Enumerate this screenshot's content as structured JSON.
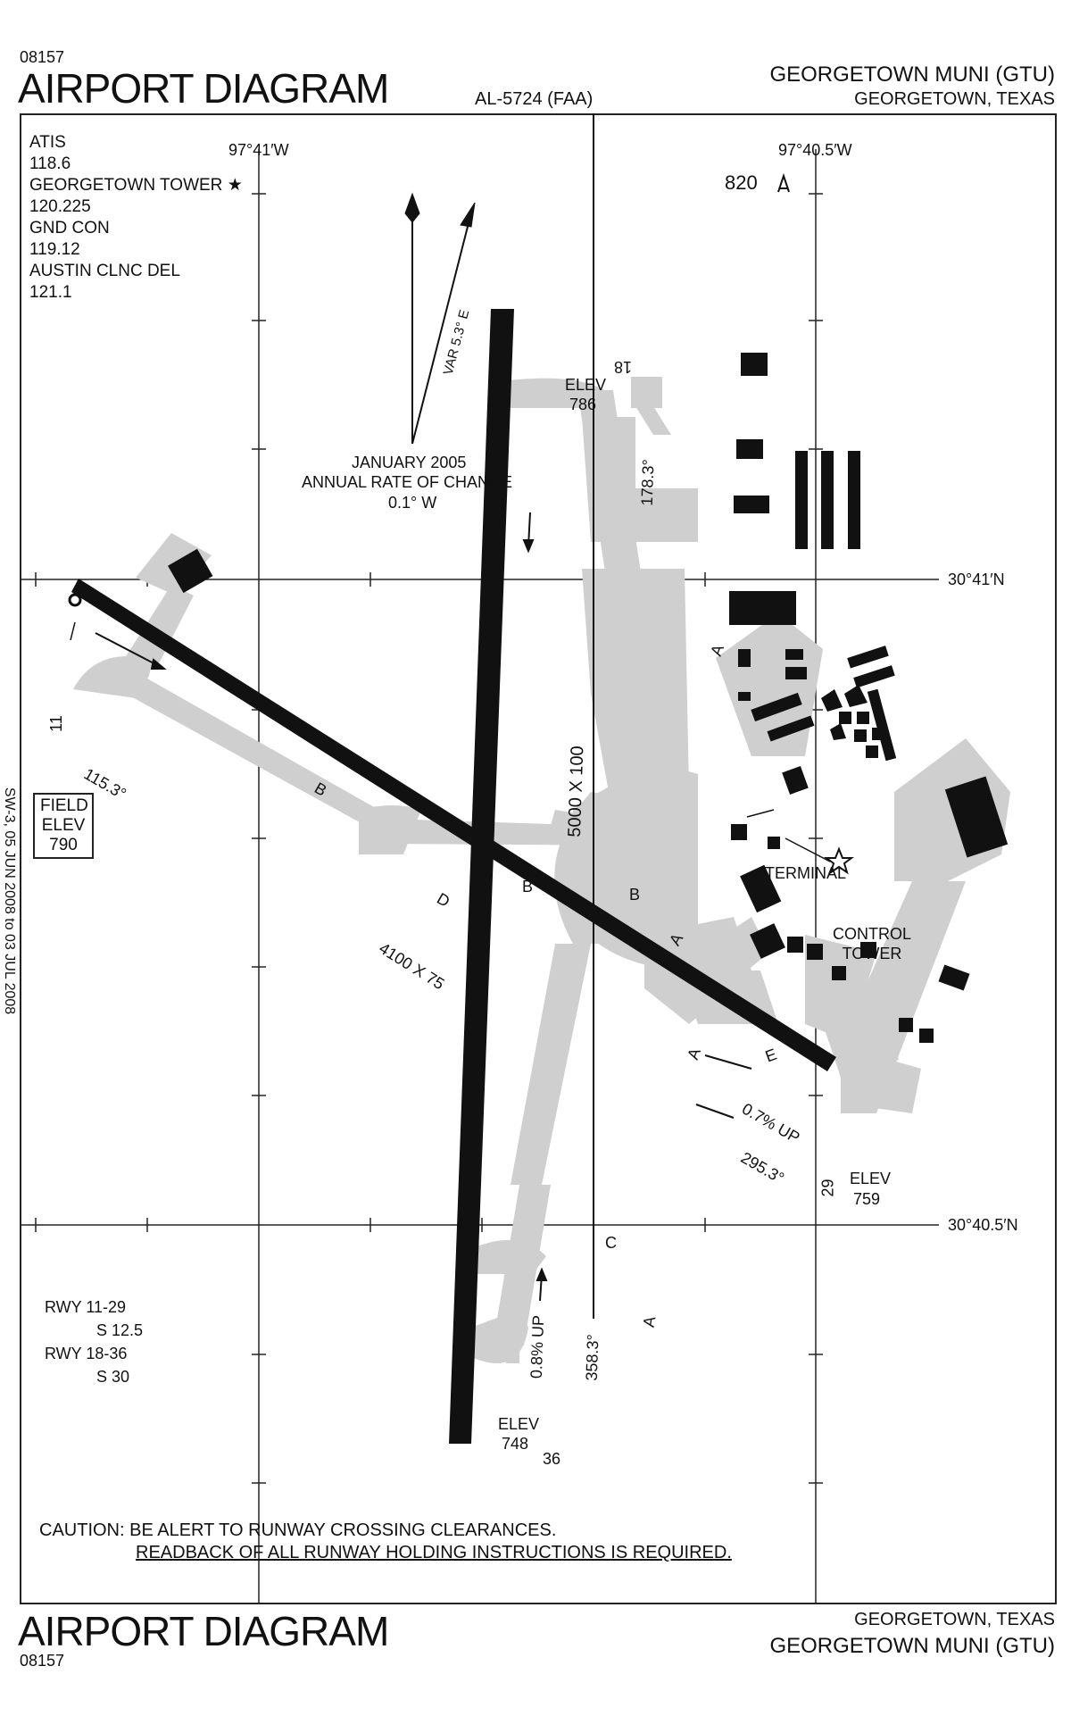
{
  "header": {
    "procedure_number": "08157",
    "title": "AIRPORT DIAGRAM",
    "chart_id": "AL-5724 (FAA)",
    "airport_name": "GEORGETOWN MUNI (GTU)",
    "city_state": "GEORGETOWN, TEXAS"
  },
  "footer": {
    "title": "AIRPORT DIAGRAM",
    "procedure_number": "08157",
    "city_state": "GEORGETOWN, TEXAS",
    "airport_name": "GEORGETOWN MUNI (GTU)"
  },
  "frequencies": {
    "atis_label": "ATIS",
    "atis_freq": "118.6",
    "tower_label": "GEORGETOWN TOWER",
    "tower_freq": "120.225",
    "gnd_label": "GND CON",
    "gnd_freq": "119.12",
    "clnc_label": "AUSTIN CLNC DEL",
    "clnc_freq": "121.1"
  },
  "coordinates": {
    "lon_west": "97°41′W",
    "lon_east": "97°40.5′W",
    "lat_north": "30°41′N",
    "lat_south": "30°40.5′N",
    "side_text": "SW-3, 05 JUN 2008 to 03 JUL 2008"
  },
  "obstacle": {
    "elevation": "820"
  },
  "magnetic": {
    "variation": "VAR 5.3° E",
    "date": "JANUARY 2005",
    "rate_label": "ANNUAL RATE OF CHANGE",
    "rate": "0.1° W"
  },
  "runways": {
    "rwy18_number": "18",
    "rwy18_elev_label": "ELEV",
    "rwy18_elev": "786",
    "rwy18_heading": "178.3°",
    "rwy18_36_dims": "5000 X 100",
    "rwy36_number": "36",
    "rwy36_elev_label": "ELEV",
    "rwy36_elev": "748",
    "rwy36_heading": "358.3°",
    "rwy36_gradient": "0.8% UP",
    "rwy11_number": "11",
    "rwy11_heading": "115.3°",
    "rwy11_29_dims": "4100 X 75",
    "rwy29_number": "29",
    "rwy29_elev_label": "ELEV",
    "rwy29_elev": "759",
    "rwy29_heading": "295.3°",
    "rwy29_gradient": "0.7% UP",
    "field_elev_label": "FIELD ELEV",
    "field_elev": "790"
  },
  "taxiways": {
    "a": "A",
    "b": "B",
    "c": "C",
    "d": "D",
    "e": "E"
  },
  "facilities": {
    "terminal": "TERMINAL",
    "control_tower": "CONTROL TOWER"
  },
  "strength": {
    "rwy1129": "RWY 11-29",
    "rwy1129_val": "S 12.5",
    "rwy1836": "RWY 18-36",
    "rwy1836_val": "S 30"
  },
  "caution": {
    "line1": "CAUTION: BE ALERT TO RUNWAY CROSSING CLEARANCES.",
    "line2": "READBACK OF ALL RUNWAY HOLDING INSTRUCTIONS IS REQUIRED."
  },
  "colors": {
    "taxiway_gray": "#cfcfcf",
    "runway_black": "#111111"
  }
}
